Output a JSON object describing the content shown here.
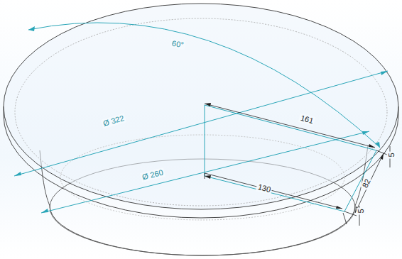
{
  "diagram": {
    "labels": [
      "60°",
      "Ø 322",
      "Ø 260",
      "161",
      "130",
      "82",
      "5",
      "5"
    ]
  }
}
